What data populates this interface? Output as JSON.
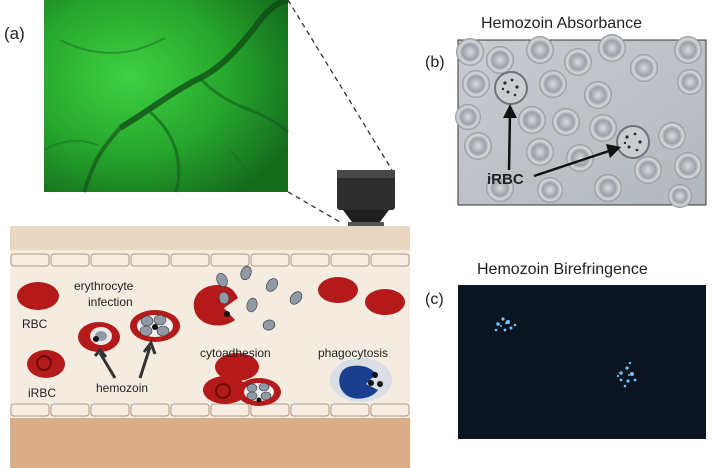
{
  "panels": {
    "a": {
      "label": "(a)"
    },
    "b": {
      "label": "(b)",
      "title": "Hemozoin Absorbance",
      "annotation": "iRBC"
    },
    "c": {
      "label": "(c)",
      "title": "Hemozoin Birefringence"
    }
  },
  "vessel_labels": {
    "rbc": "RBC",
    "irbc": "iRBC",
    "infection_line1": "erythrocyte",
    "infection_line2": "infection",
    "hemozoin": "hemozoin",
    "cytoadhesion": "cytoadhesion",
    "phagocytosis": "phagocytosis"
  },
  "colors": {
    "rbc_red": "#b51a1a",
    "vessel_fill": "#f4ece1",
    "tissue": "#d9ae8a",
    "microscopy_green": "#2fb83a",
    "birefringence_bg": "#0b1522",
    "birefringence_spot": "#6fc3ff",
    "parasite_gray": "#8f9aa6",
    "macrophage_blue": "#1b3f8f"
  }
}
